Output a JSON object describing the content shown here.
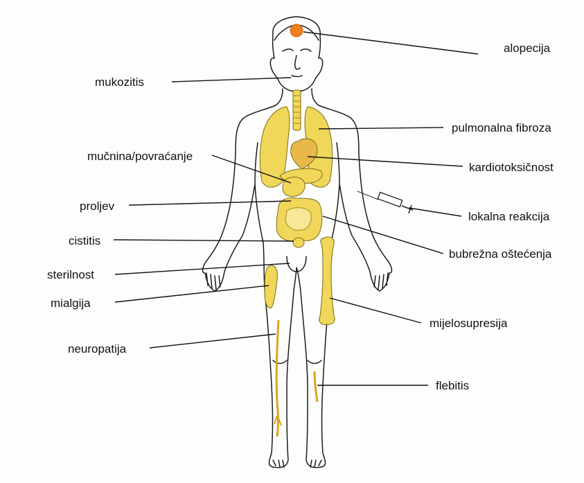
{
  "colors": {
    "organ": "#f0d75a",
    "organ_dark": "#c9a227",
    "alopecia": "#f07f1e",
    "outline": "#1a1a1a",
    "background": "#fdfdfc"
  },
  "labels": {
    "alopecija": "alopecija",
    "mukozitis": "mukozitis",
    "pulmonalna_fibroza": "pulmonalna fibroza",
    "mucnina": "mučnina/povraćanje",
    "kardiotoksicnost": "kardiotoksičnost",
    "proljev": "proljev",
    "lokalna_reakcija": "lokalna reakcija",
    "cistitis": "cistitis",
    "bubrezna": "bubrežna oštećenja",
    "sterilnost": "sterilnost",
    "mialgija": "mialgija",
    "mijelosupresija": "mijelosupresija",
    "neuropatija": "neuropatija",
    "flebitis": "flebitis"
  }
}
